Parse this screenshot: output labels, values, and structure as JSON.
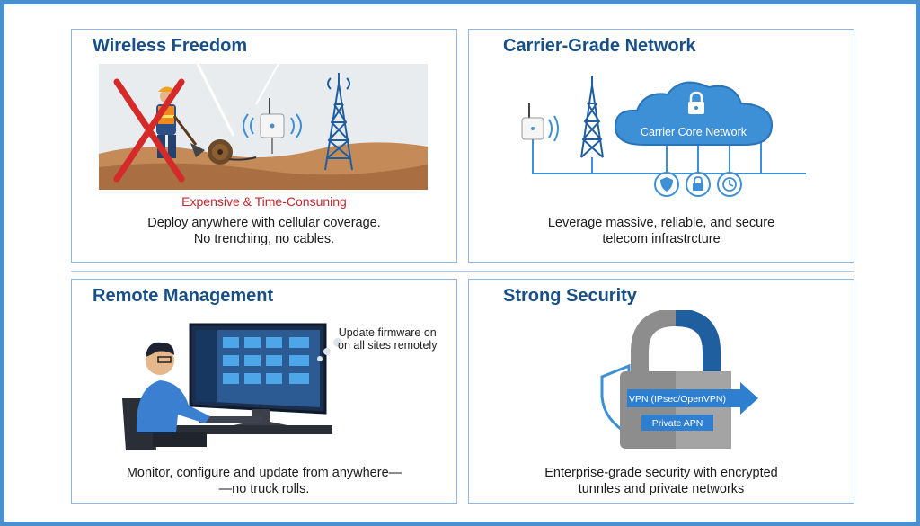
{
  "panels": {
    "wireless": {
      "title": "Wireless Freedom",
      "warning": "Expensive & Time-Consuning",
      "caption_line1": "Deploy anywhere with cellular coverage.",
      "caption_line2": "No trenching, no cables."
    },
    "carrier": {
      "title": "Carrier-Grade Network",
      "cloud_label": "Carrier Core Network",
      "caption_line1": "Leverage massive, reliable, and secure",
      "caption_line2": "telecom infrastrcture",
      "icons": [
        "shield-icon",
        "lock-icon",
        "clock-icon"
      ]
    },
    "remote": {
      "title": "Remote Management",
      "bubble_line1": "Update firmware on",
      "bubble_line2": "on all sites remotely",
      "caption_line1": "Monitor, configure and update from anywhere—",
      "caption_line2": "—no truck rolls."
    },
    "security": {
      "title": "Strong Security",
      "vpn_label": "VPN (IPsec/OpenVPN)",
      "apn_label": "Private APN",
      "caption_line1": "Enterprise-grade security with encrypted",
      "caption_line2": "tunnles and private networks"
    }
  },
  "colors": {
    "frame": "#4a8fce",
    "title": "#174f86",
    "cloud": "#3d8fd6",
    "warning": "#c8262c",
    "lock_body": "#8d8d8d"
  }
}
